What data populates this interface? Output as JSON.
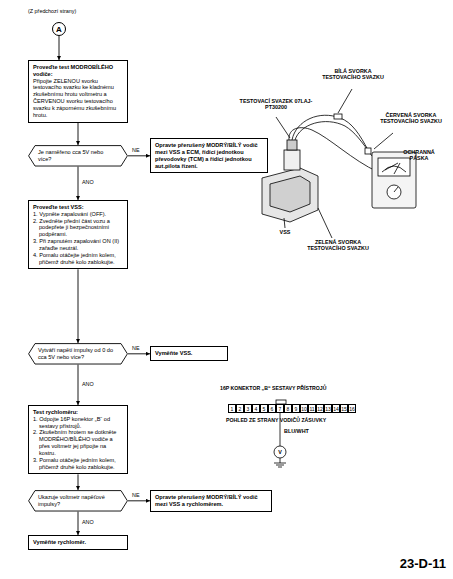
{
  "diagram": {
    "nodes": [
      {
        "text": [
          "A"
        ]
      },
      {
        "text": [
          "Proveďte test MODROBÍLÉHO vodiče:",
          "Připojte ZELENOU svorku testovacího svazku ke kladnému zkušebnímu hrotu voltmetru a ČERVENOU svorku testovacího svazku k zápornému zkušebnímu hrotu."
        ]
      },
      {
        "text": [
          "Je naměřeno cca 5V nebo více?"
        ]
      },
      {
        "text": [
          "Opravte přerušený MODRÝ/BÍLÝ vodič mezi VSS a ECM, řídící jednotkou převodovky (TCM) a řídící jednotkou aut.pilota řízení."
        ]
      },
      {
        "text": [
          "Proveďte test VSS:",
          "1. Vypněte zapalování (OFF).",
          "2. Zvedněte přední část vozu a podepřete ji bezpečnostními podpěrami.",
          "3. Při zapnutém zapalování ON (II) zařaďte neutrál.",
          "4. Pomalu otáčejte jedním kolem, přičemž druhé kolo zablokujte."
        ]
      },
      {
        "text": [
          "Vytváří napětí impulsy od 0 do cca 5V nebo více?"
        ]
      },
      {
        "text": [
          "Vyměňte VSS."
        ]
      },
      {
        "text": [
          "Test rychloměru:",
          "1. Odpojte 16P konektor „B“ od sestavy přístrojů.",
          "2. Zkušebním hrotem se dotkněte MODRÉHO/BÍLÉHO vodiče a přes voltmetr jej připojte na kostru.",
          "3. Pomalu otáčejte jedním kolem, přičemž druhé kolo zablokujte."
        ]
      },
      {
        "text": [
          "Ukazuje voltmetr napěťové impulsy?"
        ]
      },
      {
        "text": [
          "Opravte přerušený MODRÝ/BÍLÝ vodič mezi VSS a rychloměrem."
        ]
      },
      {
        "text": [
          "Vyměňte rychloměr."
        ]
      }
    ],
    "edges": [
      {
        "from": 0,
        "to": 1,
        "arrow": "to"
      },
      {
        "from": 1,
        "to": 2,
        "arrow": "to"
      },
      {
        "from": 2,
        "to": 3,
        "label": "NE",
        "arrow": "to"
      },
      {
        "from": 2,
        "to": 4,
        "label": "ANO",
        "arrow": "to"
      },
      {
        "from": 4,
        "to": 5,
        "arrow": "to"
      },
      {
        "from": 5,
        "to": 6,
        "label": "NE",
        "arrow": "to"
      },
      {
        "from": 5,
        "to": 7,
        "label": "ANO",
        "arrow": "to"
      },
      {
        "from": 7,
        "to": 8,
        "arrow": "to"
      },
      {
        "from": 8,
        "to": 9,
        "label": "NE",
        "arrow": "to"
      },
      {
        "from": 8,
        "to": 10,
        "label": "ANO",
        "arrow": "to"
      }
    ],
    "labels": [
      "(Z předchozí strany)",
      "BÍLÁ SVORKA TESTOVACÍHO SVAZKU",
      "TESTOVACÍ SVAZEK 07LAJ-PT30200",
      "ČERVENÁ SVORKA TESTOVACÍHO SVAZKU",
      "OCHRANNÁ PÁSKA",
      "VSS",
      "ZELENÁ SVORKA TESTOVACÍHO SVAZKU",
      "16P KONEKTOR „B“ SESTAVY PŘÍSTROJŮ",
      "1",
      "2",
      "3",
      "4",
      "5",
      "6",
      "7",
      "8",
      "9",
      "10",
      "11",
      "12",
      "13",
      "14",
      "15",
      "16",
      "POHLED ZE STRANY VODIČŮ ZÁSUVKY",
      "BLU/WHT",
      "V",
      "23-D-11"
    ]
  }
}
